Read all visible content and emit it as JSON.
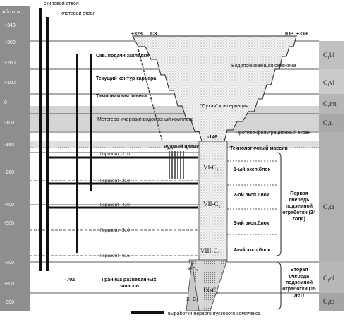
{
  "axis": {
    "header": "Абс.отм.,",
    "ticks": [
      "+340",
      "+300",
      "+200",
      "+100",
      "0",
      "-100",
      "-160",
      "-260",
      "-400",
      "-500",
      "-700",
      "-800",
      "-900"
    ]
  },
  "stratigraphy": [
    "C₁bl",
    "C₁vl",
    "C₁mt",
    "C₁u",
    "C₁cr",
    "C₁ol",
    "C₁tb"
  ],
  "shafts": {
    "skip": "скиповой ствол",
    "cage": "клетевой ствол"
  },
  "quarry": {
    "left_level": "+328",
    "left_side": "СЗ",
    "right_level": "+339",
    "right_side": "ЮВ",
    "bottom_level": "-146",
    "dry_conservation": "\"Сухая\" консервация",
    "water_wells": "Водопонижающая скважина",
    "pillar": "Технологичный массив"
  },
  "labels": {
    "backfill_wells": "Скв. подачи закладки",
    "quarry_contour": "Текущий контур карьера",
    "grout_curtain": "Тампонажная завеса",
    "aquifer": "Метегеро-ичерский водоносный комплекс",
    "ore_body": "Рудный целик",
    "antifiltration": "Противо-фильтрационный экран",
    "reserves_boundary": "Граница разведанных запасов",
    "depth_702": "-702"
  },
  "horizons": [
    "Горизонт -210",
    "Горизонт -310",
    "Горизонт -410",
    "Горизонт -510",
    "Горизонт -615"
  ],
  "blocks": [
    "VI-C₁",
    "VII-C₁",
    "VIII-C₁",
    "IX-C₁",
    "X-C₁",
    "XI-C₁"
  ],
  "exploit_blocks": [
    "1-ый эксп.блок",
    "2-ой эксп.блок",
    "3-ий эксп.блок",
    "4-ый эксп.блок"
  ],
  "phases": {
    "first": "Первая очередь подземной отработки (34 года)",
    "second": "Вторая очередь подземной отработки (15 лет)"
  },
  "legend": {
    "text": "выработки первого пускового комплекса"
  }
}
